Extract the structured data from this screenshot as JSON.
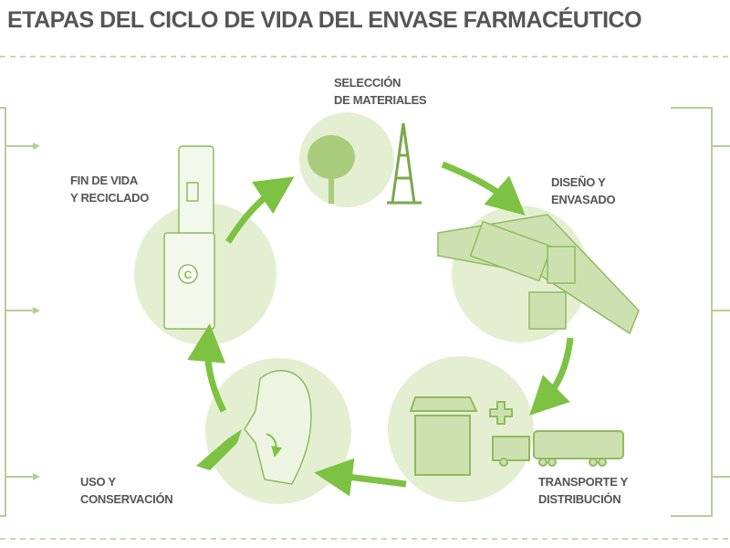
{
  "title": "ETAPAS DEL CICLO DE VIDA DEL ENVASE FARMACÉUTICO",
  "stages": [
    {
      "line1": "SELECCIÓN",
      "line2": "DE MATERIALES"
    },
    {
      "line1": "DISEÑO Y",
      "line2": "ENVASADO"
    },
    {
      "line1": "TRANSPORTE Y",
      "line2": "DISTRIBUCIÓN"
    },
    {
      "line1": "USO Y",
      "line2": "CONSERVACIÓN"
    },
    {
      "line1": "FIN DE VIDA",
      "line2": "Y RECICLADO"
    }
  ],
  "colors": {
    "accent": "#7dc242",
    "circle": "#e4efd2",
    "text": "#555555",
    "line": "#b5cf96"
  }
}
